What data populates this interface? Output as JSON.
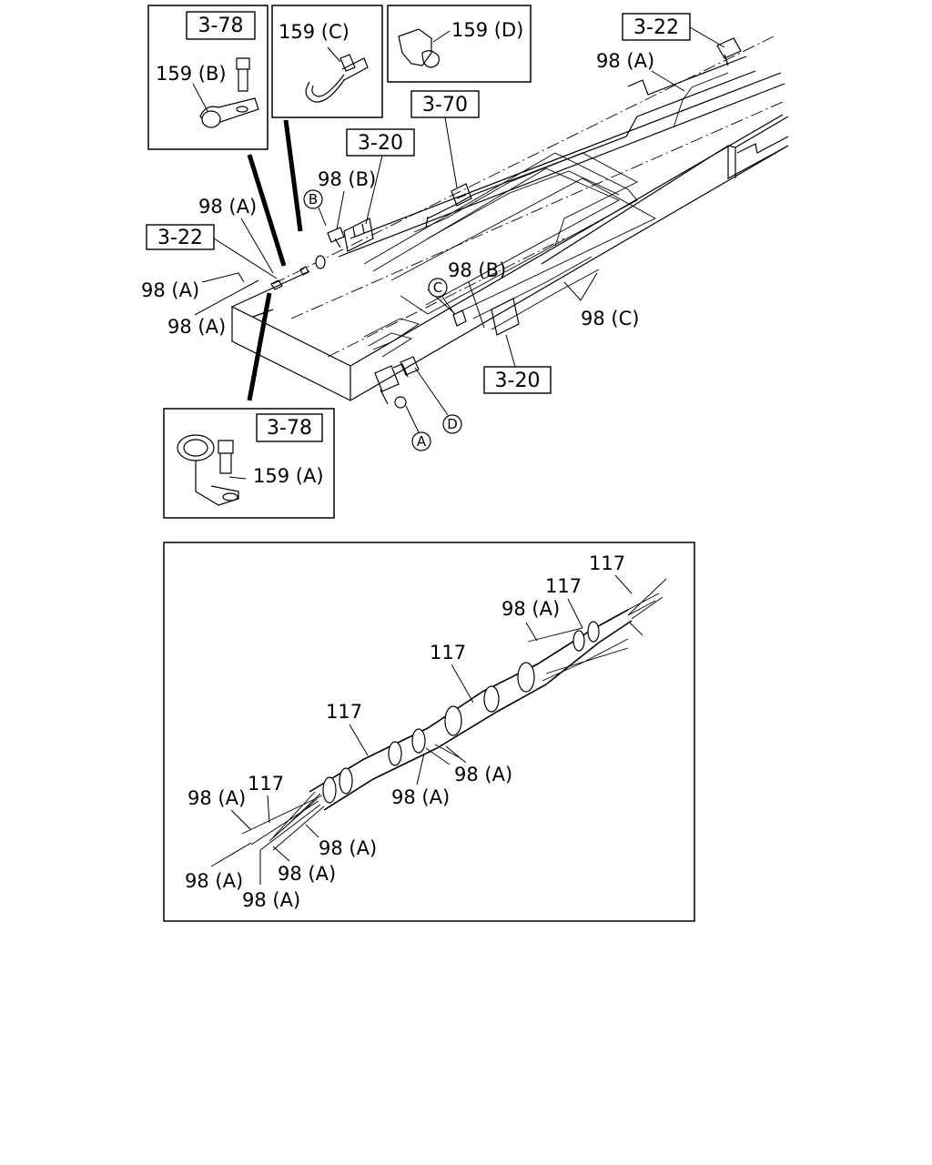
{
  "detail_boxes": {
    "b_ref": "3-78",
    "b_part": "159 (B)",
    "c_part": "159 (C)",
    "d_part": "159 (D)",
    "a_ref": "3-78",
    "a_part": "159 (A)"
  },
  "refs": {
    "r322_right": "3-22",
    "r370": "3-70",
    "r320_top": "3-20",
    "r322_left": "3-22",
    "r320_bottom": "3-20"
  },
  "labels": {
    "a98_right": "98 (A)",
    "b98_top": "98 (B)",
    "a98_upper": "98 (A)",
    "a98_left1": "98 (A)",
    "a98_left2": "98 (A)",
    "b98_mid": "98 (B)",
    "c98": "98 (C)"
  },
  "markers": {
    "B": "B",
    "C": "C",
    "A": "A",
    "D": "D"
  },
  "bundle": {
    "p117_top": "117",
    "p117_second": "117",
    "a98_top": "98 (A)",
    "p117_mid": "117",
    "p117_left": "117",
    "a98_mid1": "98 (A)",
    "a98_mid2": "98 (A)",
    "p117_lower": "117",
    "a98_l1": "98 (A)",
    "a98_l2": "98 (A)",
    "a98_l3": "98 (A)",
    "a98_l4": "98 (A)",
    "a98_l5": "98 (A)"
  }
}
